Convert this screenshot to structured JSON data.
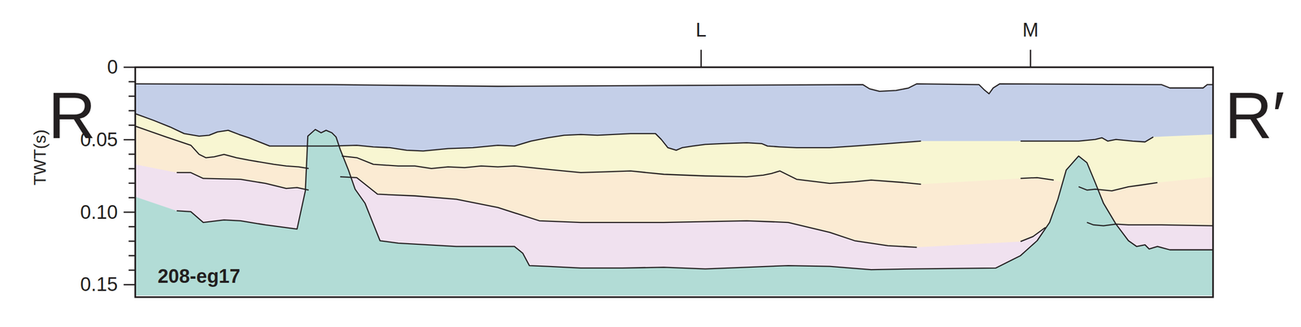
{
  "diagram": {
    "labels": [
      "R",
      "R′",
      "L",
      "M",
      "0",
      "0.05",
      "0.10",
      "0.15",
      "TWT(s)",
      "208-eg17"
    ]
  }
}
